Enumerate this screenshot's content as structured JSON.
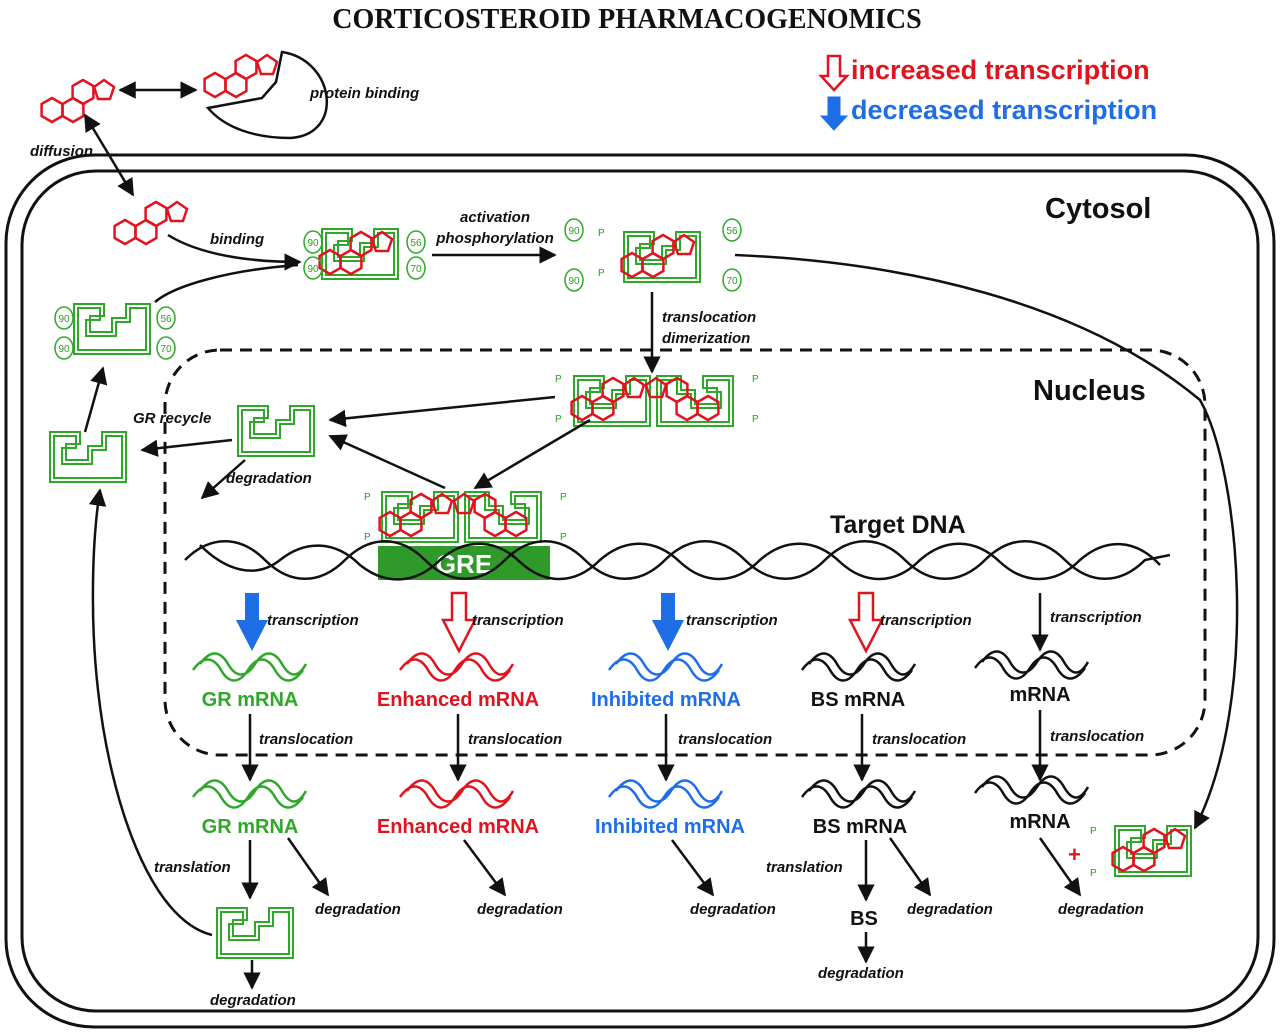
{
  "title": "CORTICOSTEROID PHARMACOGENOMICS",
  "legend": {
    "increased": "increased transcription",
    "decreased": "decreased transcription",
    "increased_color": "#e0141e",
    "decreased_color": "#1e6ee6"
  },
  "compartments": {
    "cytosol": "Cytosol",
    "nucleus": "Nucleus",
    "target_dna": "Target DNA",
    "gre": "GRE"
  },
  "steps": {
    "protein_binding": "protein binding",
    "diffusion": "diffusion",
    "binding": "binding",
    "activation": "activation",
    "phosphorylation": "phosphorylation",
    "translocation": "translocation",
    "dimerization": "dimerization",
    "gr_recycle": "GR recycle",
    "degradation": "degradation",
    "transcription": "transcription",
    "translation": "translation"
  },
  "hsp": {
    "h90": "90",
    "h56": "56",
    "h70": "70"
  },
  "phospho": "P",
  "plus": "+",
  "mrna": {
    "gr": "GR mRNA",
    "enhanced": "Enhanced mRNA",
    "inhibited": "Inhibited mRNA",
    "bs": "BS mRNA",
    "other": "mRNA",
    "bs_protein": "BS"
  },
  "colors": {
    "steroid": "#e0141e",
    "receptor": "#2fa82a",
    "gr_text": "#2fa82a",
    "enhanced_text": "#e0141e",
    "inhibited_text": "#1e6ee6",
    "dark": "#111111",
    "gre_fill": "#2f9a2a"
  }
}
